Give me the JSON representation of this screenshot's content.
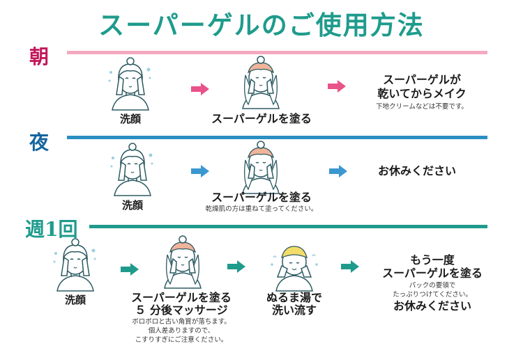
{
  "title": "スーパーゲルのご使用方法",
  "colors": {
    "title": "#1f9b8c",
    "morning": "#c2185b",
    "morning_rule": "#f3a9c0",
    "night": "#1565a0",
    "night_rule": "#2b8fc2",
    "weekly": "#1f9b8c",
    "weekly_rule": "#1f9b8c"
  },
  "morning": {
    "label": "朝",
    "step1": "洗顔",
    "step2": "スーパーゲルを塗る",
    "step3_line1": "スーパーゲルが",
    "step3_line2": "乾いてからメイク",
    "step3_note": "下地クリームなどは不要です。"
  },
  "night": {
    "label": "夜",
    "step1": "洗顔",
    "step2": "スーパーゲルを塗る",
    "step2_note": "乾燥肌の方は重ねて塗ってください。",
    "step3": "お休みください"
  },
  "weekly": {
    "label": "週1回",
    "step1": "洗顔",
    "step2_line1": "スーパーゲルを塗る",
    "step2_line2": "５ 分後マッサージ",
    "step2_note1": "ボロボロと古い角質が落ちます。",
    "step2_note2": "個人差ありますので、",
    "step2_note3": "こすりすぎにご注意ください。",
    "step3_line1": "ぬるま湯で",
    "step3_line2": "洗い流す",
    "step4_line1": "もう一度",
    "step4_line2": "スーパーゲルを塗る",
    "step4_note1": "パックの要領で",
    "step4_note2": "たっぷりつけてください。",
    "step4_line3": "お休みください"
  }
}
